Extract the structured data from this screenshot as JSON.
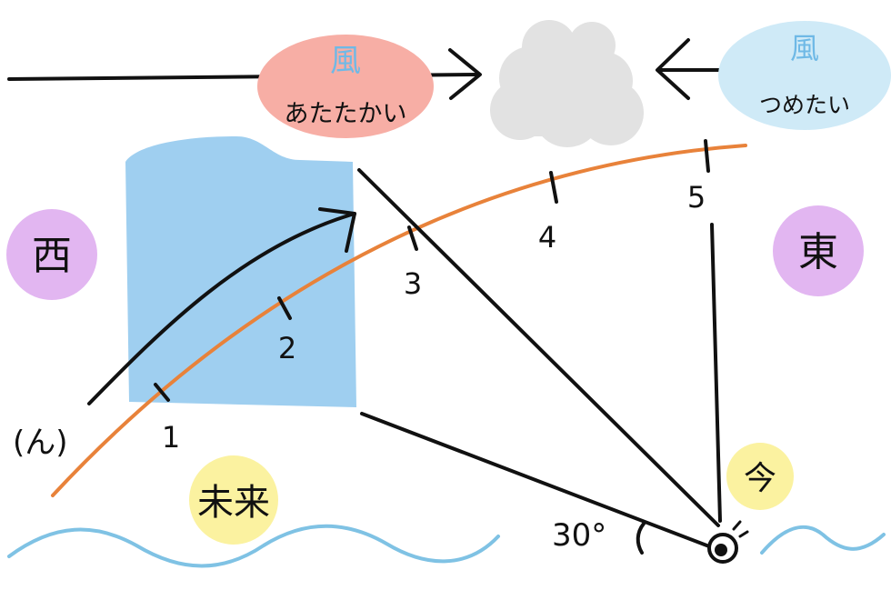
{
  "wind_warm": {
    "kanji": "風",
    "label": "あたたかい"
  },
  "wind_cold": {
    "kanji": "風",
    "label": "つめたい"
  },
  "directions": {
    "west": "西",
    "east": "東"
  },
  "time": {
    "future": "未来",
    "now": "今"
  },
  "path_label": "(ん)",
  "angle_label": "30°",
  "ticks": [
    "1",
    "2",
    "3",
    "4",
    "5"
  ],
  "colors": {
    "warm": "#f7aea5",
    "cold": "#cfeaf7",
    "kanji": "#6fb9e6",
    "cloud": "#e2e2e2",
    "blue_block": "#9fcff0",
    "orange_arc": "#e8823a",
    "direction_circle": "#e2b6f1",
    "time_circle": "#fbf2a0",
    "wave": "#7fc2e4"
  }
}
